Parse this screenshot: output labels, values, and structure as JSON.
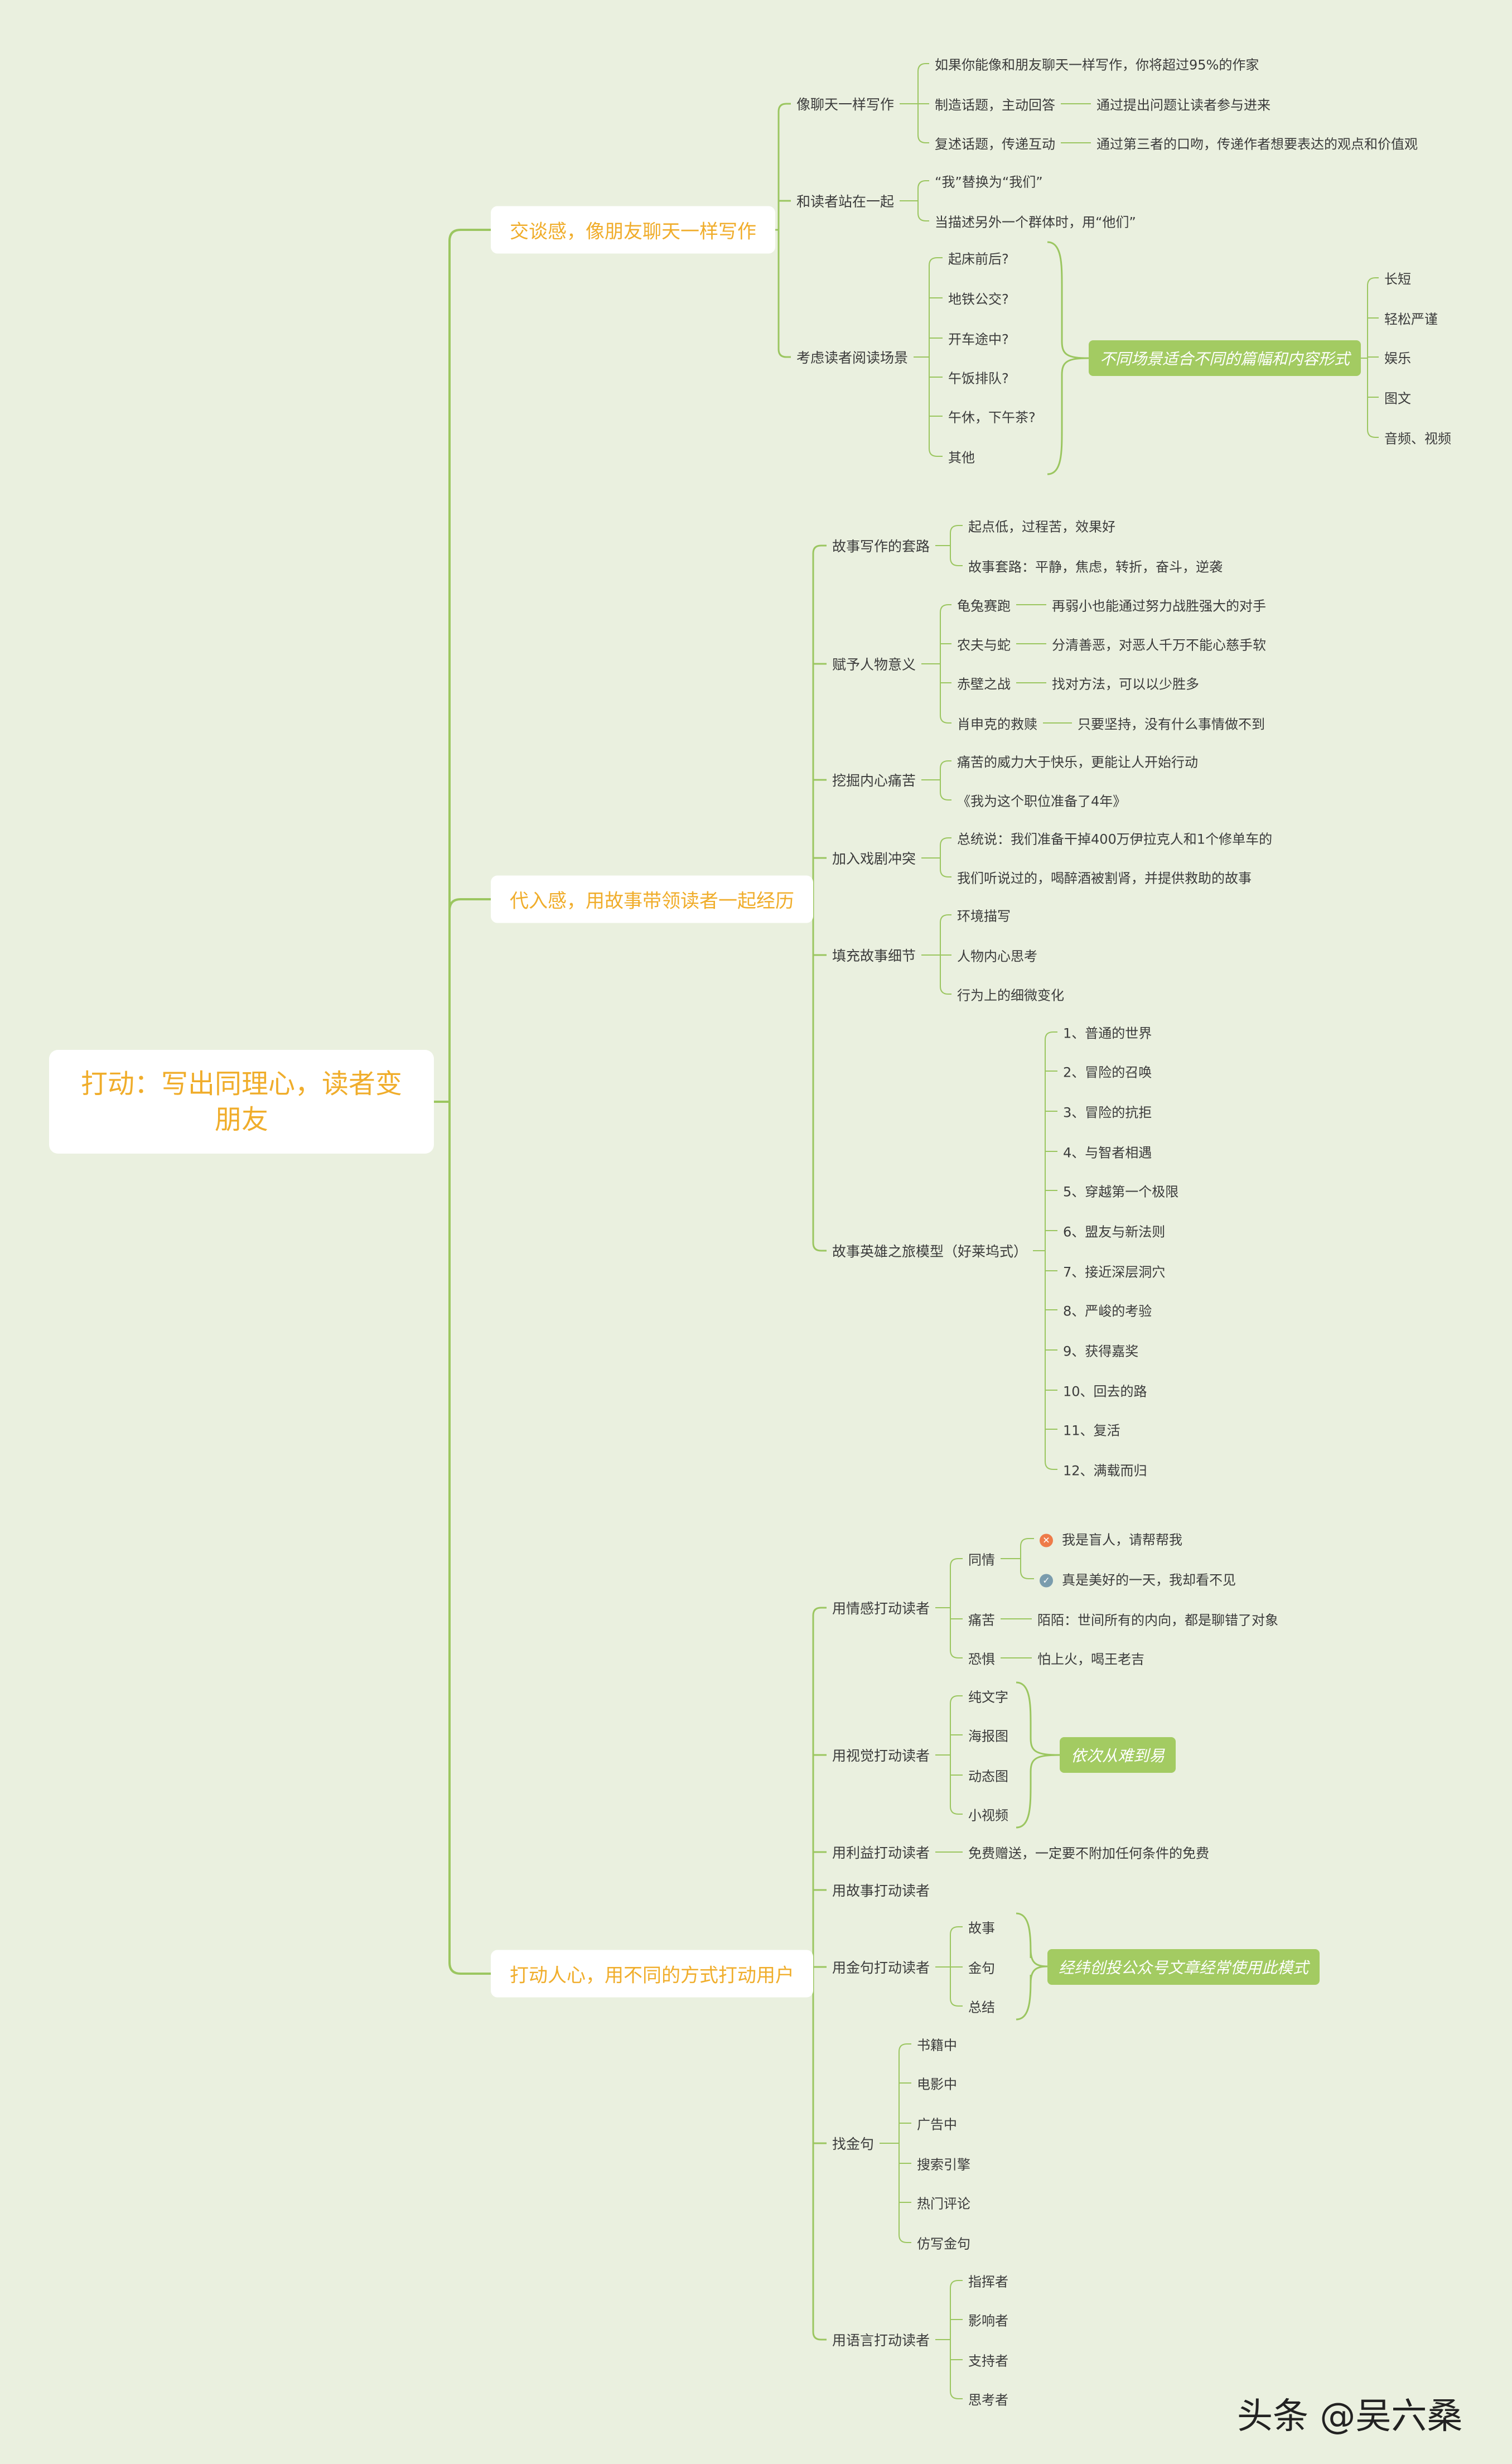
{
  "root": {
    "text": "打动：写出同理心，读者变朋友"
  },
  "watermark": "头条 @吴六桑",
  "colors": {
    "background": "#eaf0df",
    "branch": "#9bc660",
    "summary": "#a3cb62",
    "accent": "#f0ad2b"
  },
  "texts": {
    "b1": "交谈感，像朋友聊天一样写作",
    "b1_1": "像聊天一样写作",
    "b1_1_1": "如果你能像和朋友聊天一样写作，你将超过95%的作家",
    "b1_1_2": "制造话题，主动回答",
    "b1_1_2_1": "通过提出问题让读者参与进来",
    "b1_1_3": "复述话题，传递互动",
    "b1_1_3_1": "通过第三者的口吻，传递作者想要表达的观点和价值观",
    "b1_2": "和读者站在一起",
    "b1_2_1": "“我”替换为“我们”",
    "b1_2_2": "当描述另外一个群体时，用“他们”",
    "b1_3": "考虑读者阅读场景",
    "b1_3_1": "起床前后?",
    "b1_3_2": "地铁公交?",
    "b1_3_3": "开车途中?",
    "b1_3_4": "午饭排队?",
    "b1_3_5": "午休，下午茶?",
    "b1_3_6": "其他",
    "s1": "不同场景适合不同的篇幅和内容形式",
    "s1_1": "长短",
    "s1_2": "轻松严谨",
    "s1_3": "娱乐",
    "s1_4": "图文",
    "s1_5": "音频、视频",
    "b2": "代入感，用故事带领读者一起经历",
    "b2_1": "故事写作的套路",
    "b2_1_1": "起点低，过程苦，效果好",
    "b2_1_2": "故事套路：平静，焦虑，转折，奋斗，逆袭",
    "b2_2": "赋予人物意义",
    "b2_2_1": "龟兔赛跑",
    "b2_2_1_1": "再弱小也能通过努力战胜强大的对手",
    "b2_2_2": "农夫与蛇",
    "b2_2_2_1": "分清善恶，对恶人千万不能心慈手软",
    "b2_2_3": "赤壁之战",
    "b2_2_3_1": "找对方法，可以以少胜多",
    "b2_2_4": "肖申克的救赎",
    "b2_2_4_1": "只要坚持，没有什么事情做不到",
    "b2_3": "挖掘内心痛苦",
    "b2_3_1": "痛苦的威力大于快乐，更能让人开始行动",
    "b2_3_2": "《我为这个职位准备了4年》",
    "b2_4": "加入戏剧冲突",
    "b2_4_1": "总统说：我们准备干掉400万伊拉克人和1个修单车的",
    "b2_4_2": "我们听说过的，喝醉酒被割肾，并提供救助的故事",
    "b2_5": "填充故事细节",
    "b2_5_1": "环境描写",
    "b2_5_2": "人物内心思考",
    "b2_5_3": "行为上的细微变化",
    "b2_6": "故事英雄之旅模型（好莱坞式）",
    "b2_6_1": "1、普通的世界",
    "b2_6_2": "2、冒险的召唤",
    "b2_6_3": "3、冒险的抗拒",
    "b2_6_4": "4、与智者相遇",
    "b2_6_5": "5、穿越第一个极限",
    "b2_6_6": "6、盟友与新法则",
    "b2_6_7": "7、接近深层洞穴",
    "b2_6_8": "8、严峻的考验",
    "b2_6_9": "9、获得嘉奖",
    "b2_6_10": "10、回去的路",
    "b2_6_11": "11、复活",
    "b2_6_12": "12、满载而归",
    "b3": "打动人心，用不同的方式打动用户",
    "b3_1": "用情感打动读者",
    "b3_1_1": "同情",
    "b3_1_1_1": "我是盲人，请帮帮我",
    "b3_1_1_2": "真是美好的一天，我却看不见",
    "b3_1_2": "痛苦",
    "b3_1_2_1": "陌陌：世间所有的内向，都是聊错了对象",
    "b3_1_3": "恐惧",
    "b3_1_3_1": "怕上火，喝王老吉",
    "b3_2": "用视觉打动读者",
    "b3_2_1": "纯文字",
    "b3_2_2": "海报图",
    "b3_2_3": "动态图",
    "b3_2_4": "小视频",
    "s2": "依次从难到易",
    "b3_3": "用利益打动读者",
    "b3_3_1": "免费赠送，一定要不附加任何条件的免费",
    "b3_4": "用故事打动读者",
    "b3_5": "用金句打动读者",
    "b3_5_1": "故事",
    "b3_5_2": "金句",
    "b3_5_3": "总结",
    "s3": "经纬创投公众号文章经常使用此模式",
    "b3_6": "找金句",
    "b3_6_1": "书籍中",
    "b3_6_2": "电影中",
    "b3_6_3": "广告中",
    "b3_6_4": "搜索引擎",
    "b3_6_5": "热门评论",
    "b3_6_6": "仿写金句",
    "b3_7": "用语言打动读者",
    "b3_7_1": "指挥者",
    "b3_7_2": "影响者",
    "b3_7_3": "支持者",
    "b3_7_4": "思考者"
  },
  "markers": {
    "x": "✕",
    "ok": "✓"
  }
}
